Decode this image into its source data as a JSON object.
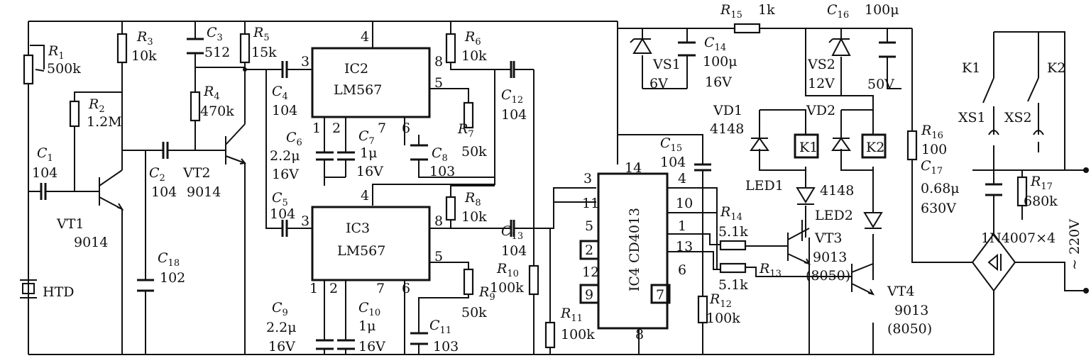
{
  "components": {
    "R1": {
      "ref": "R",
      "sub": "1",
      "value": "500k"
    },
    "R2": {
      "ref": "R",
      "sub": "2",
      "value": "1.2M"
    },
    "R3": {
      "ref": "R",
      "sub": "3",
      "value": "10k"
    },
    "R4": {
      "ref": "R",
      "sub": "4",
      "value": "470k"
    },
    "R5": {
      "ref": "R",
      "sub": "5",
      "value": "15k"
    },
    "R6": {
      "ref": "R",
      "sub": "6",
      "value": "10k"
    },
    "R7": {
      "ref": "R",
      "sub": "7",
      "value": "50k"
    },
    "R8": {
      "ref": "R",
      "sub": "8",
      "value": "10k"
    },
    "R9": {
      "ref": "R",
      "sub": "9",
      "value": "50k"
    },
    "R10": {
      "ref": "R",
      "sub": "10",
      "value": "100k"
    },
    "R11": {
      "ref": "R",
      "sub": "11",
      "value": "100k"
    },
    "R12": {
      "ref": "R",
      "sub": "12",
      "value": "100k"
    },
    "R13": {
      "ref": "R",
      "sub": "13",
      "value": "5.1k"
    },
    "R14": {
      "ref": "R",
      "sub": "14",
      "value": "5.1k"
    },
    "R15": {
      "ref": "R",
      "sub": "15",
      "value": "1k"
    },
    "R16": {
      "ref": "R",
      "sub": "16",
      "value": "100"
    },
    "R17": {
      "ref": "R",
      "sub": "17",
      "value": "680k"
    },
    "C1": {
      "ref": "C",
      "sub": "1",
      "value": "104"
    },
    "C2": {
      "ref": "C",
      "sub": "2",
      "value": "104"
    },
    "C3": {
      "ref": "C",
      "sub": "3",
      "value": "512"
    },
    "C4": {
      "ref": "C",
      "sub": "4",
      "value": "104"
    },
    "C5": {
      "ref": "C",
      "sub": "5",
      "value": "104"
    },
    "C6": {
      "ref": "C",
      "sub": "6",
      "value": "2.2μ",
      "voltage": "16V"
    },
    "C7": {
      "ref": "C",
      "sub": "7",
      "value": "1μ",
      "voltage": "16V"
    },
    "C8": {
      "ref": "C",
      "sub": "8",
      "value": "103"
    },
    "C9": {
      "ref": "C",
      "sub": "9",
      "value": "2.2μ",
      "voltage": "16V"
    },
    "C10": {
      "ref": "C",
      "sub": "10",
      "value": "1μ",
      "voltage": "16V"
    },
    "C11": {
      "ref": "C",
      "sub": "11",
      "value": "103"
    },
    "C12": {
      "ref": "C",
      "sub": "12",
      "value": "104"
    },
    "C13": {
      "ref": "C",
      "sub": "13",
      "value": "104"
    },
    "C14": {
      "ref": "C",
      "sub": "14",
      "value": "100μ",
      "voltage": "16V"
    },
    "C15": {
      "ref": "C",
      "sub": "15",
      "value": "104"
    },
    "C16": {
      "ref": "C",
      "sub": "16",
      "value": "100μ",
      "voltage": "50V"
    },
    "C17": {
      "ref": "C",
      "sub": "17",
      "value": "0.68μ",
      "voltage": "630V"
    },
    "C18": {
      "ref": "C",
      "sub": "18",
      "value": "102"
    }
  },
  "transistors": {
    "VT1": {
      "name": "VT1",
      "part": "9014"
    },
    "VT2": {
      "name": "VT2",
      "part": "9014"
    },
    "VT3": {
      "name": "VT3",
      "part": "9013",
      "alt": "(8050)"
    },
    "VT4": {
      "name": "VT4",
      "part": "9013",
      "alt": "(8050)"
    }
  },
  "ics": {
    "IC2": {
      "name": "IC2",
      "part": "LM567"
    },
    "IC3": {
      "name": "IC3",
      "part": "LM567"
    },
    "IC4": {
      "label": "IC4 CD4013"
    }
  },
  "pins": {
    "ic2": {
      "p4": "4",
      "p3": "3",
      "p8": "8",
      "p5": "5",
      "p1": "1",
      "p2": "2",
      "p7": "7",
      "p6": "6"
    },
    "ic3": {
      "p4": "4",
      "p3": "3",
      "p8": "8",
      "p5": "5",
      "p1": "1",
      "p2": "2",
      "p7": "7",
      "p6": "6"
    },
    "ic4": {
      "p3": "3",
      "p14": "14",
      "p4": "4",
      "p11": "11",
      "p10": "10",
      "p5": "5",
      "p1": "1",
      "p2": "2",
      "p13": "13",
      "p12": "12",
      "p6": "6",
      "p9": "9",
      "p7": "7",
      "p8": "8"
    }
  },
  "zeners": {
    "VS1": {
      "name": "VS1",
      "voltage": "6V"
    },
    "VS2": {
      "name": "VS2",
      "voltage": "12V"
    }
  },
  "diodes": {
    "VD1": {
      "name": "VD1",
      "part": "4148"
    },
    "VD2": {
      "name": "VD2",
      "part": "4148"
    },
    "LED1": {
      "name": "LED1"
    },
    "LED2": {
      "name": "LED2"
    },
    "bridge": {
      "label": "1N4007×4"
    }
  },
  "relays": {
    "K1": "K1",
    "K2": "K2",
    "sw1": "K1",
    "sw2": "K2"
  },
  "sockets": {
    "XS1": "XS1",
    "XS2": "XS2"
  },
  "sensor": {
    "name": "HTD"
  },
  "mains": {
    "label": "~ 220V"
  }
}
